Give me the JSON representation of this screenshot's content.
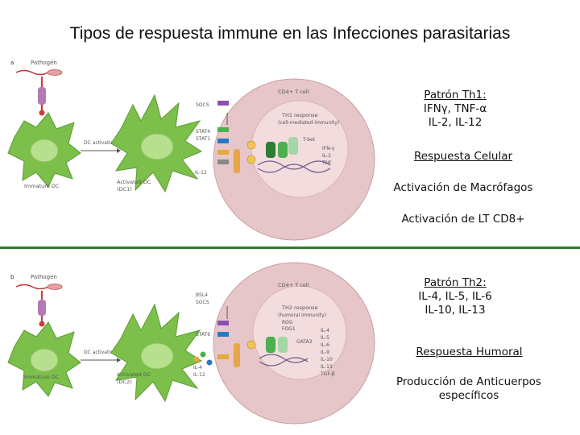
{
  "title": "Tipos de respuesta immune en las Infecciones parasitarias",
  "panel_a": {
    "letter": "a",
    "pathogen": "Pathogen",
    "dc_activation": "DC activation",
    "immature_dc": "Immature DC",
    "activated_dc": "Activated DC",
    "activated_dc_type": "(DC1)",
    "cell": "CD4+ T cell",
    "socs": "SOCS",
    "stat4": "STAT4",
    "stat1": "STAT1",
    "il12": "IL-12",
    "response": "TH1 response",
    "response_sub": "(cell-mediated immunity)",
    "tbet": "T-bet",
    "cytokines": [
      "IFN-γ",
      "IL-2",
      "TNF"
    ],
    "pattern_title": "Patrón Th1:",
    "pattern_line1": "IFNγ, TNF-α",
    "pattern_line2": "IL-2, IL-12",
    "response_type": "Respuesta Celular",
    "effect1": "Activación de Macrófagos",
    "effect2": "Activación de LT CD8+"
  },
  "panel_b": {
    "letter": "b",
    "pathogen": "Pathogen",
    "dc_activation": "DC activation",
    "immature_dc": "Immature DC",
    "activated_dc": "Activated DC",
    "activated_dc_type": "(DC2)",
    "cell": "CD4+ T cell",
    "bsl": "BSL4",
    "socs": "SOCS",
    "stat6": "STAT6",
    "il4": "IL-4",
    "il12": "IL-12",
    "response": "TH2 response",
    "response_sub": "(humoral immunity)",
    "rog": "ROG",
    "fog1": "FOG1",
    "gata3": "GATA3",
    "cytokines": [
      "IL-4",
      "IL-5",
      "IL-6",
      "IL-9",
      "IL-10",
      "IL-13",
      "TGF-β"
    ],
    "pattern_title": "Patrón Th2:",
    "pattern_line1": "IL-4, IL-5, IL-6",
    "pattern_line2": "IL-10, IL-13",
    "response_type": "Respuesta Humoral",
    "effect1": "Producción de Anticuerpos",
    "effect2": "específicos"
  },
  "colors": {
    "dc_green": "#7cc04b",
    "cell_pink": "#e6c6c9",
    "nucleus_pink": "#f3dcdd",
    "separator": "#2e7d32"
  }
}
